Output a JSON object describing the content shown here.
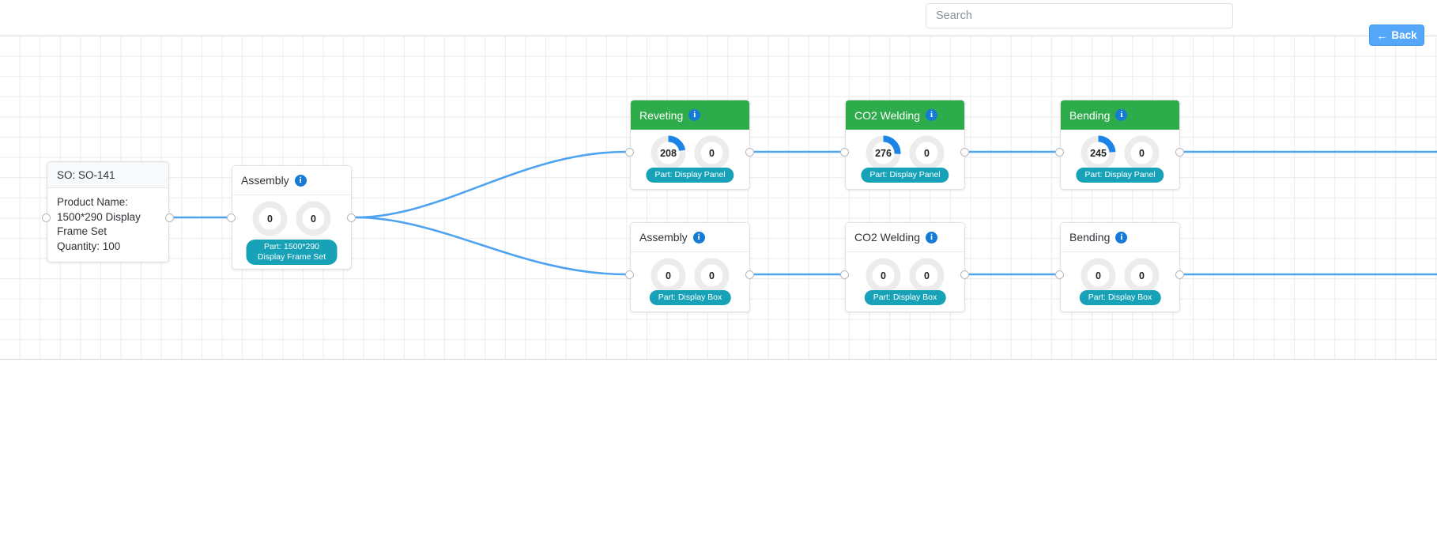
{
  "search": {
    "placeholder": "Search",
    "value": ""
  },
  "toolbar": {
    "back_label": "Back",
    "back_icon": "arrow-left-icon",
    "back_color": "#54a7f9"
  },
  "colors": {
    "header_green": "#2eab4b",
    "badge_teal": "#17a2b8",
    "edge_blue": "#4da3f0",
    "gauge_arc": "#1b84e7",
    "gauge_track": "#ececec",
    "info_blue": "#157bd4"
  },
  "so_card": {
    "title": "SO: SO-141",
    "lines": [
      "Product Name:",
      "1500*290 Display",
      "Frame Set",
      "Quantity: 100"
    ]
  },
  "nodes": [
    {
      "id": "assembly-root",
      "title": "Assembly",
      "header_style": "plain",
      "info_icon": "info-icon",
      "gauges": [
        {
          "value": "0",
          "percent": 0
        },
        {
          "value": "0",
          "percent": 0
        }
      ],
      "part_label": "Part: 1500*290 Display Frame Set",
      "badge_wrap": true
    },
    {
      "id": "reveting-panel",
      "title": "Reveting",
      "header_style": "green",
      "info_icon": "info-icon",
      "gauges": [
        {
          "value": "208",
          "percent": 22
        },
        {
          "value": "0",
          "percent": 0
        }
      ],
      "part_label": "Part: Display Panel",
      "badge_wrap": false
    },
    {
      "id": "co2-welding-panel",
      "title": "CO2 Welding",
      "header_style": "green",
      "info_icon": "info-icon",
      "gauges": [
        {
          "value": "276",
          "percent": 26
        },
        {
          "value": "0",
          "percent": 0
        }
      ],
      "part_label": "Part: Display Panel",
      "badge_wrap": false
    },
    {
      "id": "bending-panel",
      "title": "Bending",
      "header_style": "green",
      "info_icon": "info-icon",
      "gauges": [
        {
          "value": "245",
          "percent": 24
        },
        {
          "value": "0",
          "percent": 0
        }
      ],
      "part_label": "Part: Display Panel",
      "badge_wrap": false
    },
    {
      "id": "assembly-box",
      "title": "Assembly",
      "header_style": "plain",
      "info_icon": "info-icon",
      "gauges": [
        {
          "value": "0",
          "percent": 0
        },
        {
          "value": "0",
          "percent": 0
        }
      ],
      "part_label": "Part: Display Box",
      "badge_wrap": false
    },
    {
      "id": "co2-welding-box",
      "title": "CO2 Welding",
      "header_style": "plain",
      "info_icon": "info-icon",
      "gauges": [
        {
          "value": "0",
          "percent": 0
        },
        {
          "value": "0",
          "percent": 0
        }
      ],
      "part_label": "Part: Display Box",
      "badge_wrap": false
    },
    {
      "id": "bending-box",
      "title": "Bending",
      "header_style": "plain",
      "info_icon": "info-icon",
      "gauges": [
        {
          "value": "0",
          "percent": 0
        },
        {
          "value": "0",
          "percent": 0
        }
      ],
      "part_label": "Part: Display Box",
      "badge_wrap": false
    }
  ]
}
